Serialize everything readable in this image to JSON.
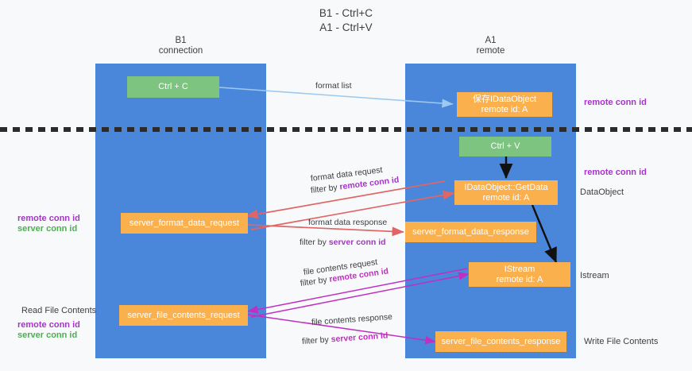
{
  "title": "B1 - Ctrl+C\nA1 - Ctrl+V",
  "columns": {
    "left": {
      "header": "B1\nconnection",
      "color": "#4a86d9"
    },
    "right": {
      "header": "A1\nremote",
      "color": "#4a86d9"
    }
  },
  "divider": {
    "style": "dashed",
    "color": "#2b2b2b"
  },
  "nodes": [
    {
      "id": "ctrl-c",
      "label": "Ctrl + C",
      "color": "#7cc47f"
    },
    {
      "id": "save-idataobject",
      "label": "保存IDataObject\nremote id: A",
      "color": "#fbb04e"
    },
    {
      "id": "ctrl-v",
      "label": "Ctrl + V",
      "color": "#7cc47f"
    },
    {
      "id": "idataobject-getdata",
      "label": "IDataObject::GetData\nremote id: A",
      "color": "#fbb04e"
    },
    {
      "id": "server-format-data-request",
      "label": "server_format_data_request",
      "color": "#fbb04e"
    },
    {
      "id": "server-format-data-response",
      "label": "server_format_data_response",
      "color": "#fbb04e"
    },
    {
      "id": "istream",
      "label": "IStream\nremote id: A",
      "color": "#fbb04e"
    },
    {
      "id": "server-file-contents-request",
      "label": "server_file_contents_request",
      "color": "#fbb04e"
    },
    {
      "id": "server-file-contents-response",
      "label": "server_file_contents_response",
      "color": "#fbb04e"
    }
  ],
  "side_labels": {
    "right_top_remote_conn_id": "remote conn id",
    "right_mid_remote_conn_id": "remote conn id",
    "right_dataobject": "DataObject",
    "right_istream": "Istream",
    "right_write_file_contents": "Write File Contents",
    "left_remote_conn_id": "remote conn id",
    "left_server_conn_id": "server conn id",
    "left_read_file_contents": "Read File Contents",
    "left_bottom_remote_conn_id": "remote conn id",
    "left_bottom_server_conn_id": "server conn id"
  },
  "edges": [
    {
      "id": "format-list",
      "label": "format list",
      "color": "#9ec9ee"
    },
    {
      "id": "format-data-request",
      "label": "format data request",
      "filter_prefix": "filter by ",
      "filter_key": "remote conn id",
      "color": "#e06666"
    },
    {
      "id": "format-data-response",
      "label": "format data response",
      "filter_prefix": "filter by ",
      "filter_key": "server conn id",
      "color": "#e06666"
    },
    {
      "id": "file-contents-request",
      "label": "file contents request",
      "filter_prefix": "filter by ",
      "filter_key": "remote conn id",
      "color": "#c030c0"
    },
    {
      "id": "file-contents-response",
      "label": "file contents response",
      "filter_prefix": "filter by ",
      "filter_key": "server conn id",
      "color": "#c030c0"
    },
    {
      "id": "getdata-to-istream",
      "label": "",
      "color": "#000000"
    },
    {
      "id": "ctrlv-to-getdata",
      "label": "",
      "color": "#000000"
    }
  ]
}
